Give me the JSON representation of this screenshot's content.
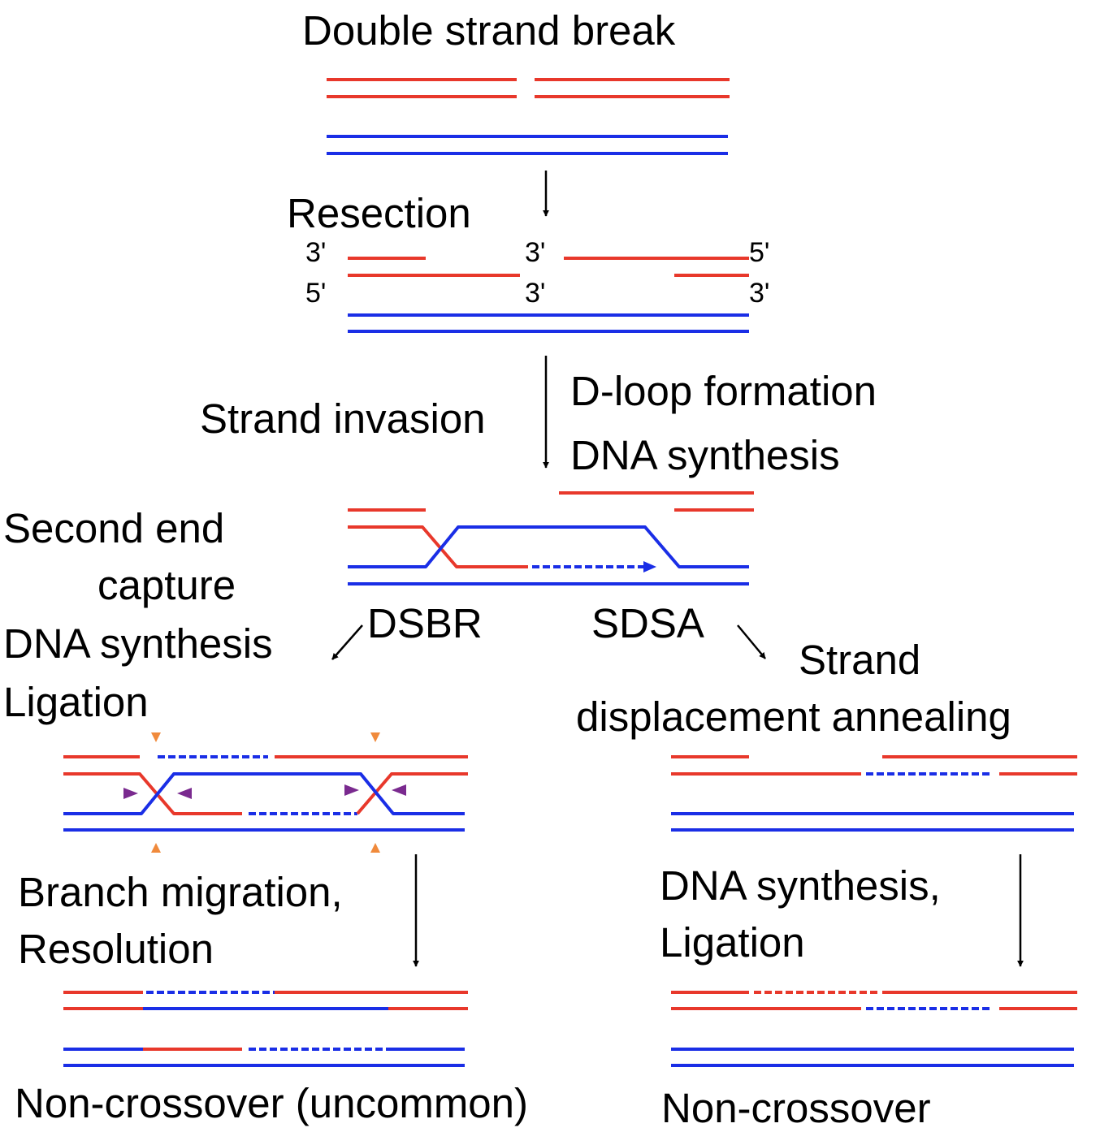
{
  "colors": {
    "red": "#e8382b",
    "blue": "#1a2ee6",
    "black": "#000000",
    "orange": "#f08a3c",
    "purple": "#7a2a8f"
  },
  "labels": {
    "title": "Double strand break",
    "resection": "Resection",
    "end_3_left_top": "3'",
    "end_5_left_bottom": "5'",
    "end_3_mid_top": "3'",
    "end_3_mid_bottom": "3'",
    "end_5_right_top": "5'",
    "end_3_right_bottom": "3'",
    "strand_invasion": "Strand invasion",
    "dloop_formation": "D-loop formation",
    "dna_synthesis_1": "DNA synthesis",
    "second_end_1": "Second  end",
    "second_end_2": "capture",
    "dna_synthesis_2": "DNA synthesis",
    "ligation_1": "Ligation",
    "dsbr": "DSBR",
    "sdsa": "SDSA",
    "strand_1": "Strand",
    "strand_2": "displacement annealing",
    "branch_migration": "Branch migration,",
    "resolution": "Resolution",
    "dna_synthesis_3": "DNA  synthesis,",
    "ligation_2": "Ligation",
    "non_crossover_uncommon": "Non-crossover (uncommon)",
    "non_crossover": "Non-crossover"
  }
}
